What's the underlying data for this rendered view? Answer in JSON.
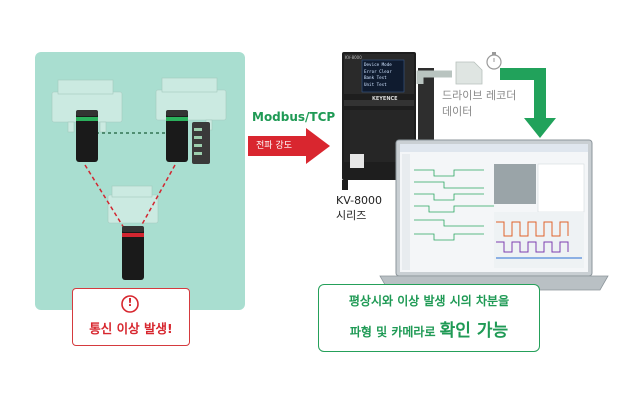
{
  "diagram": {
    "protocol_label": "Modbus/TCP",
    "wave_label": "전파 강도",
    "plc_name_line1": "KV-8000",
    "plc_name_line2": "시리즈",
    "drive_recorder_line1": "드라이브 레코더",
    "drive_recorder_line2": "데이터",
    "alert_text": "통신 이상 발생!",
    "alert_icon_glyph": "!",
    "result_line1": "평상시와 이상 발생 시의 차분을",
    "result_line2_prefix": "파형 및 카메라로 ",
    "result_line2_emphasis": "확인 가능",
    "plc_brand": "KEYENCE",
    "plc_model": "KV-8000",
    "plc_screen_lines": [
      "Device Mode",
      "Error Clear",
      "Bank Test",
      "Unit Test"
    ],
    "colors": {
      "panel_green": "#a9ded0",
      "accent_green": "#1f9a55",
      "alert_red": "#d7262e",
      "gray_text": "#8a8a8a"
    }
  }
}
